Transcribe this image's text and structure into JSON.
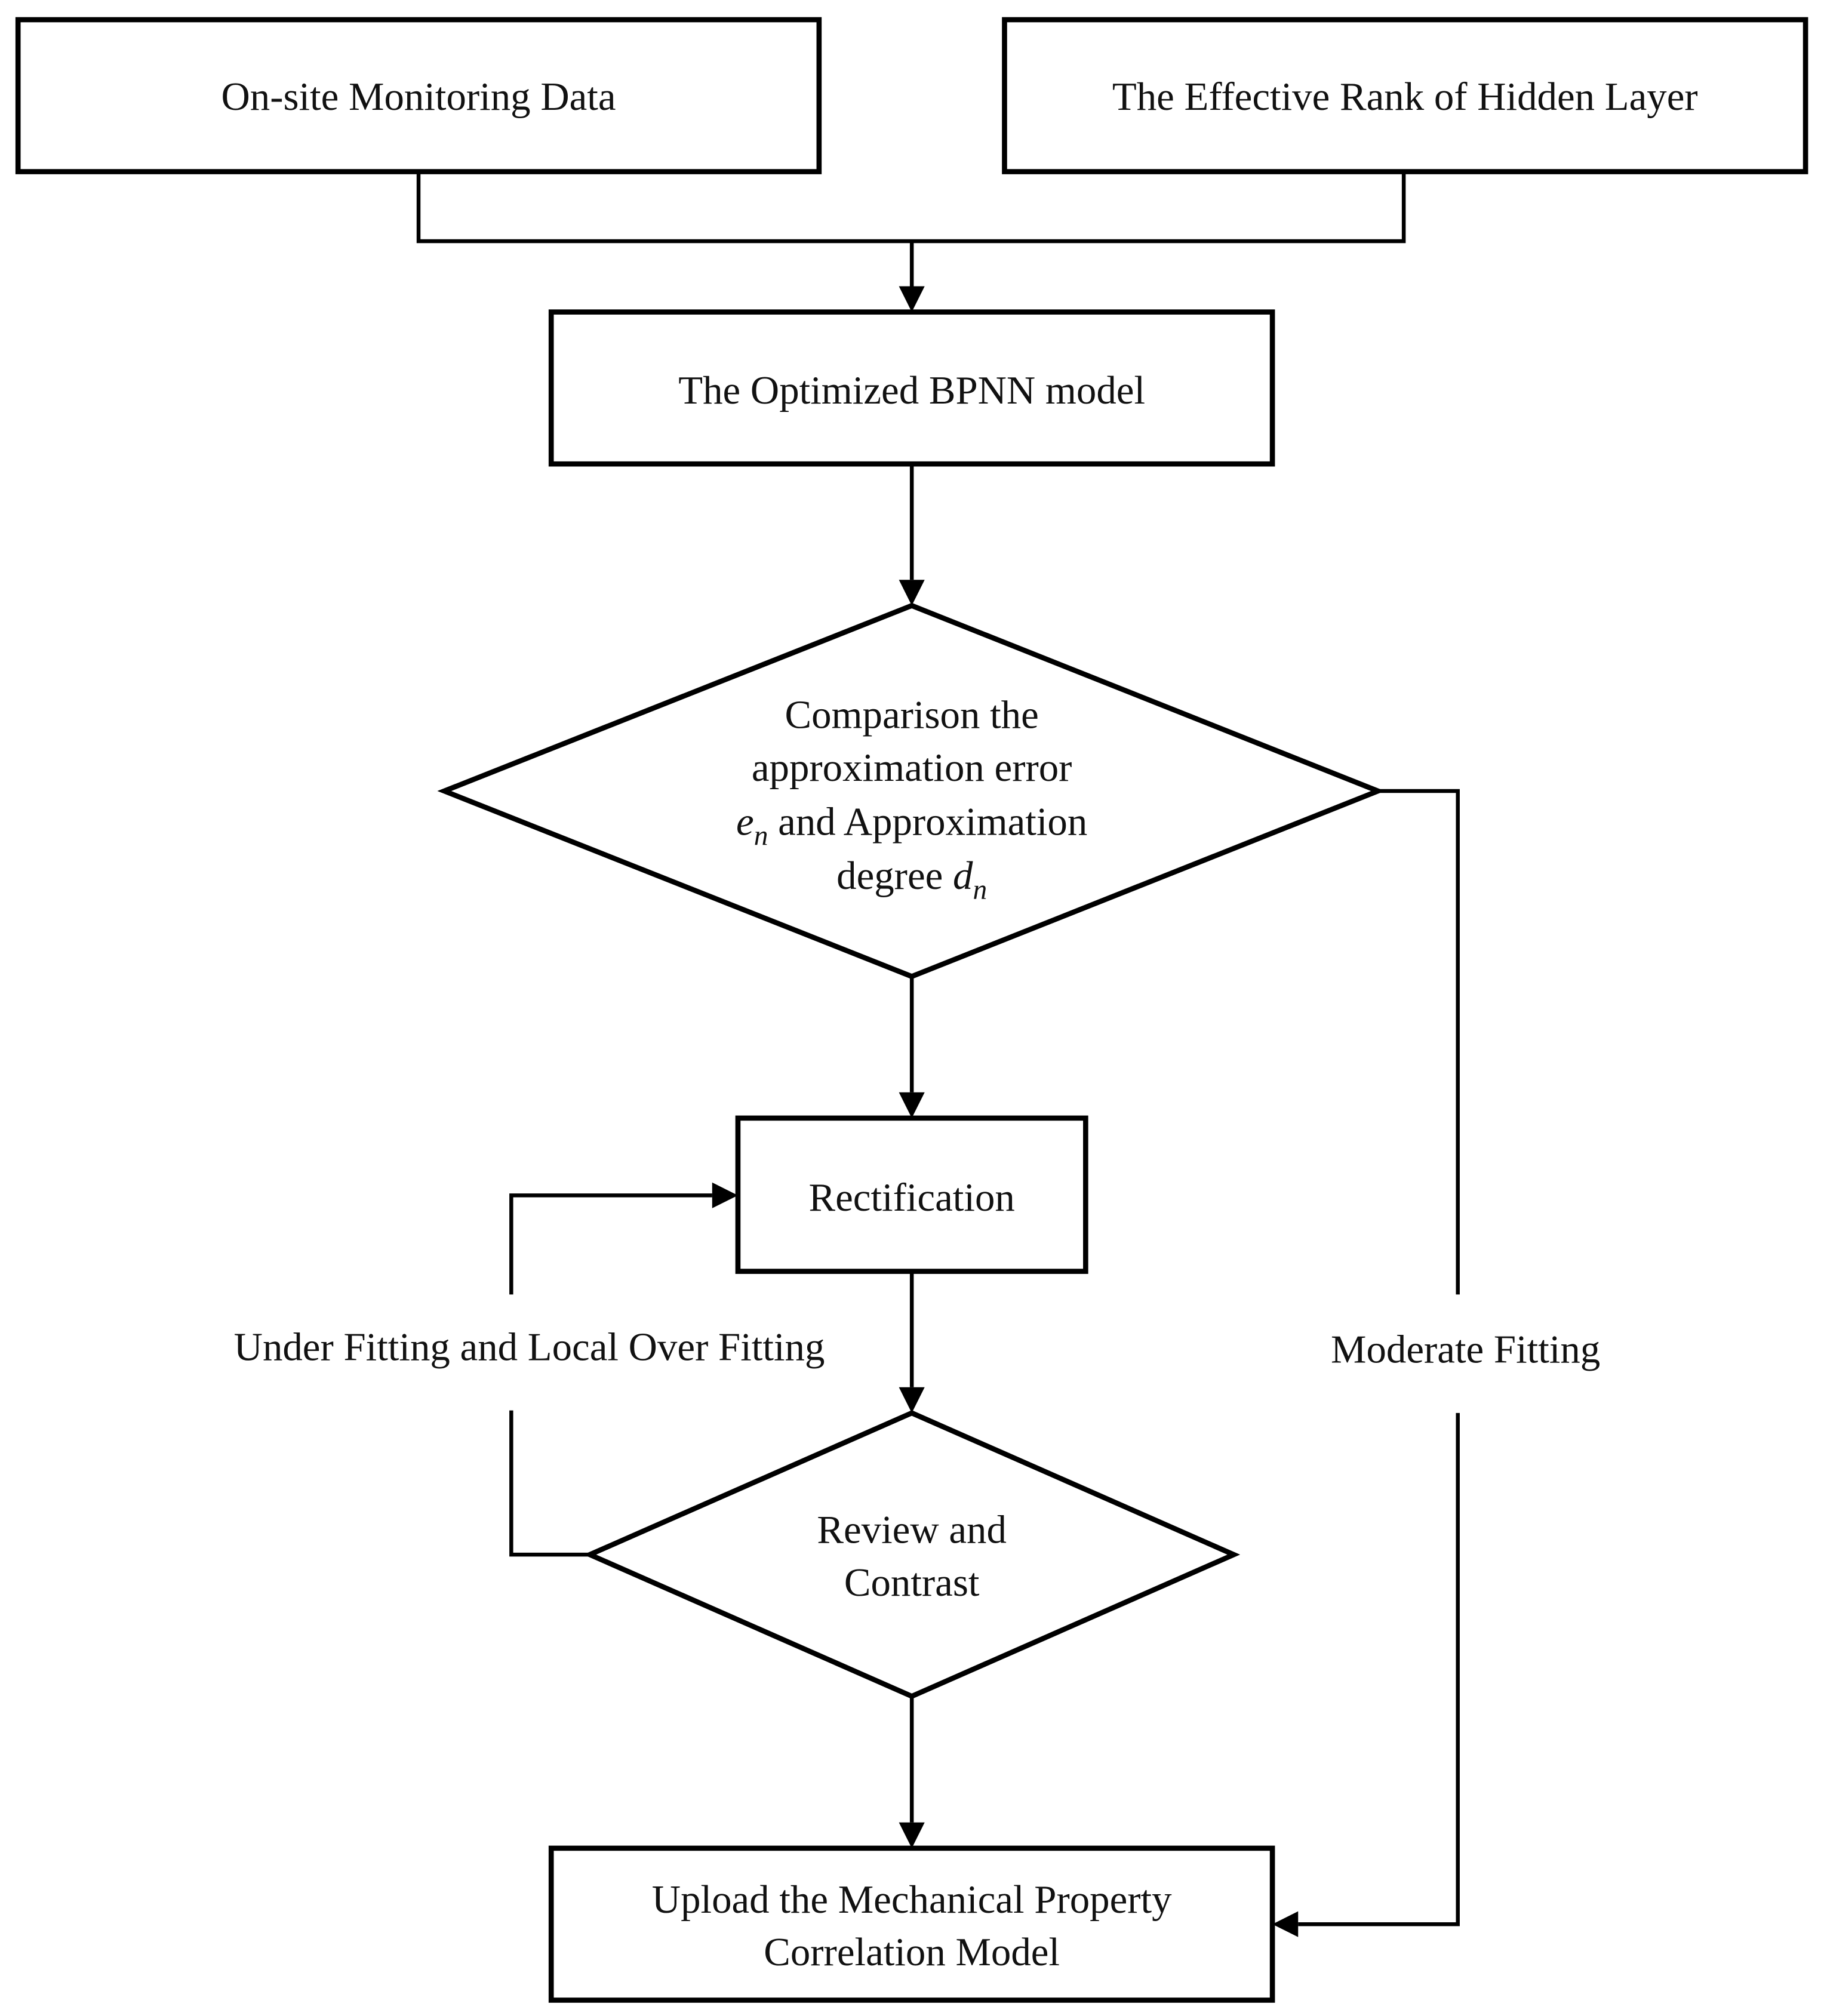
{
  "nodes": {
    "monitoring_data": "On-site Monitoring Data",
    "effective_rank": "The Effective Rank of Hidden Layer",
    "bpnn_model": "The Optimized BPNN model",
    "comparison": {
      "line1": "Comparison the",
      "line2": "approximation error",
      "line3_var": "e",
      "line3_sub": "n",
      "line3_rest": " and Approximation",
      "line4_text": "degree ",
      "line4_var": "d",
      "line4_sub": "n"
    },
    "rectification": "Rectification",
    "review": {
      "line1": "Review and",
      "line2": "Contrast"
    },
    "upload": {
      "line1": "Upload the Mechanical Property",
      "line2": "Correlation Model"
    }
  },
  "edge_labels": {
    "under_fitting": "Under Fitting and Local Over Fitting",
    "moderate_fitting": "Moderate Fitting"
  }
}
